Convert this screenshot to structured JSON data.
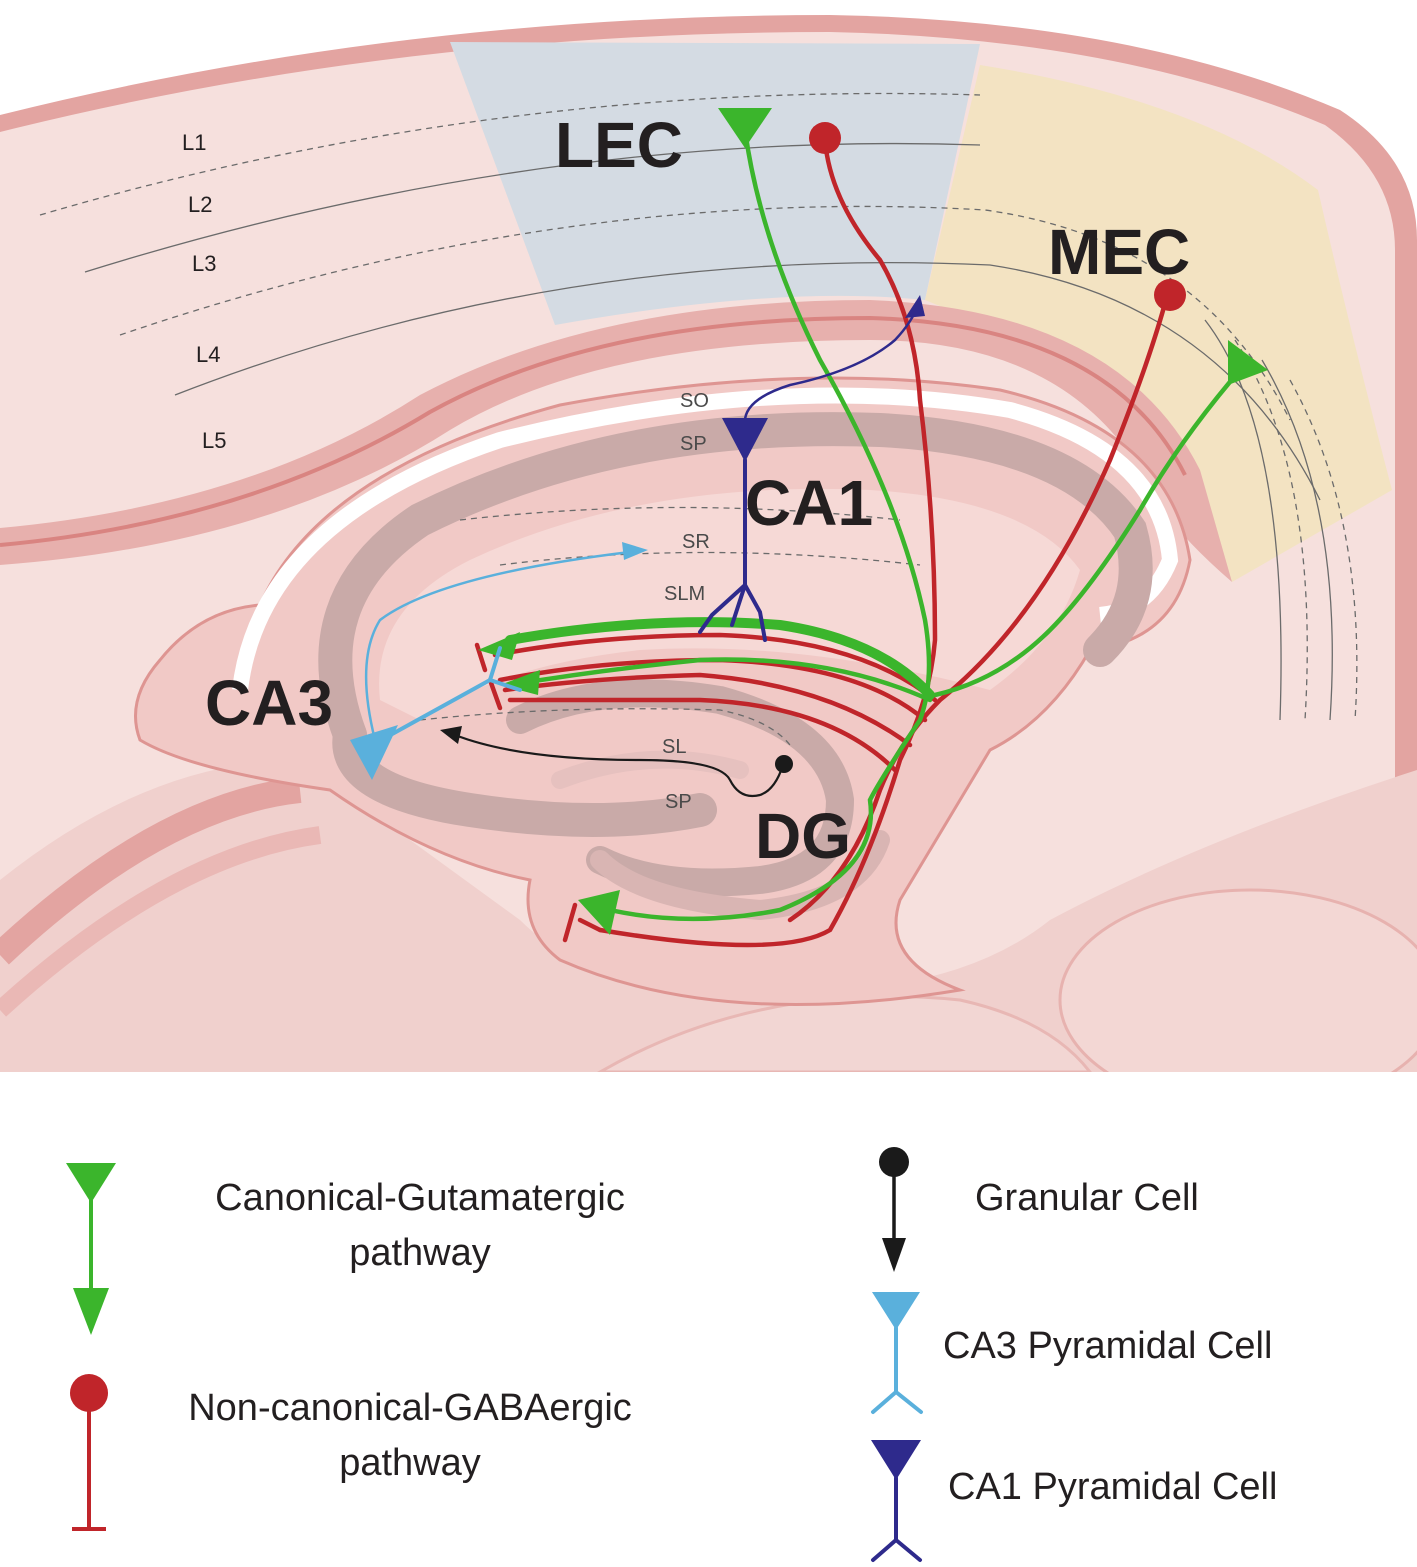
{
  "regions": {
    "lec": "LEC",
    "mec": "MEC",
    "ca1": "CA1",
    "ca3": "CA3",
    "dg": "DG"
  },
  "cortical_layers": [
    "L1",
    "L2",
    "L3",
    "L4",
    "L5"
  ],
  "strata": {
    "so": "SO",
    "sp_ca1": "SP",
    "sr": "SR",
    "slm": "SLM",
    "sl": "SL",
    "sp_dg": "SP"
  },
  "legend": {
    "glutamatergic_line1": "Canonical-Gutamatergic",
    "glutamatergic_line2": "pathway",
    "gabaergic_line1": "Non-canonical-GABAergic",
    "gabaergic_line2": "pathway",
    "granular": "Granular Cell",
    "ca3_pyramidal": "CA3 Pyramidal Cell",
    "ca1_pyramidal": "CA1 Pyramidal Cell"
  },
  "colors": {
    "glutamatergic": "#3bb52c",
    "gabaergic": "#c0252a",
    "granular": "#1a1a1a",
    "ca3_pyramidal": "#5ab0dc",
    "ca1_pyramidal": "#2e2a8c",
    "lec_region": "#d4dbe3",
    "mec_region": "#f3e3c2",
    "tissue": "#f6dfdc",
    "tissue_edge": "#d9807e",
    "cell_layer": "#c9aaa8"
  }
}
